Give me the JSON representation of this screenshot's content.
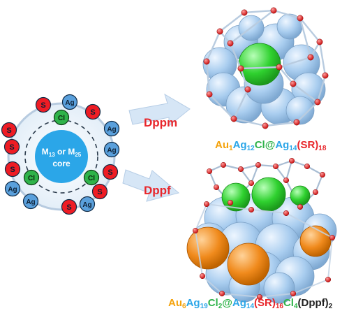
{
  "diagram": {
    "ring_atoms": [
      {
        "label": "S",
        "color": "#ee1c24"
      },
      {
        "label": "Ag",
        "color": "#5aa0dc"
      },
      {
        "label": "S",
        "color": "#ee1c24"
      },
      {
        "label": "S",
        "color": "#ee1c24"
      },
      {
        "label": "Ag",
        "color": "#5aa0dc"
      },
      {
        "label": "S",
        "color": "#ee1c24"
      },
      {
        "label": "Ag",
        "color": "#5aa0dc"
      },
      {
        "label": "S",
        "color": "#ee1c24"
      },
      {
        "label": "S",
        "color": "#ee1c24"
      },
      {
        "label": "Ag",
        "color": "#5aa0dc"
      },
      {
        "label": "S",
        "color": "#ee1c24"
      },
      {
        "label": "Ag",
        "color": "#5aa0dc"
      },
      {
        "label": "S",
        "color": "#ee1c24"
      },
      {
        "label": "Ag",
        "color": "#5aa0dc"
      }
    ],
    "chlorides": [
      {
        "label": "Cl",
        "color": "#2fb34a"
      },
      {
        "label": "Cl",
        "color": "#2fb34a"
      },
      {
        "label": "Cl",
        "color": "#2fb34a"
      }
    ],
    "core": {
      "line1": "M",
      "sub1": "13",
      "mid": " or M",
      "sub2": "25",
      "line2": "core",
      "color": "#2ba6e8"
    },
    "ligand_top": "Dppm",
    "ligand_bottom": "Dppf",
    "arrow_color": "#cfe0f2",
    "ligand_color": "#e8262b",
    "formula_top": [
      {
        "t": "Au",
        "c": "#f4a20b"
      },
      {
        "t": "1",
        "c": "#f4a20b",
        "sub": true
      },
      {
        "t": "Ag",
        "c": "#2ba6e8"
      },
      {
        "t": "12",
        "c": "#2ba6e8",
        "sub": true
      },
      {
        "t": "Cl",
        "c": "#2fb34a"
      },
      {
        "t": "@",
        "c": "#2fb34a"
      },
      {
        "t": "Ag",
        "c": "#2ba6e8"
      },
      {
        "t": "14",
        "c": "#2ba6e8",
        "sub": true
      },
      {
        "t": "(SR)",
        "c": "#e8262b"
      },
      {
        "t": "18",
        "c": "#e8262b",
        "sub": true
      }
    ],
    "formula_bottom": [
      {
        "t": "Au",
        "c": "#f4a20b"
      },
      {
        "t": "6",
        "c": "#f4a20b",
        "sub": true
      },
      {
        "t": "Ag",
        "c": "#2ba6e8"
      },
      {
        "t": "19",
        "c": "#2ba6e8",
        "sub": true
      },
      {
        "t": "Cl",
        "c": "#2fb34a"
      },
      {
        "t": "2",
        "c": "#2fb34a",
        "sub": true
      },
      {
        "t": "@",
        "c": "#2fb34a"
      },
      {
        "t": "Ag",
        "c": "#2ba6e8"
      },
      {
        "t": "14",
        "c": "#2ba6e8",
        "sub": true
      },
      {
        "t": "(SR)",
        "c": "#e8262b"
      },
      {
        "t": "16",
        "c": "#e8262b",
        "sub": true
      },
      {
        "t": "Cl",
        "c": "#2fb34a"
      },
      {
        "t": "4",
        "c": "#2fb34a",
        "sub": true
      },
      {
        "t": "(Dppf)",
        "c": "#222222"
      },
      {
        "t": "2",
        "c": "#222222",
        "sub": true
      }
    ],
    "cluster_colors": {
      "ag": "#a9cdef",
      "cl": "#2fd12f",
      "au": "#f08a1c",
      "s": "#e61e1e",
      "bond": "#c9d6e6"
    }
  }
}
